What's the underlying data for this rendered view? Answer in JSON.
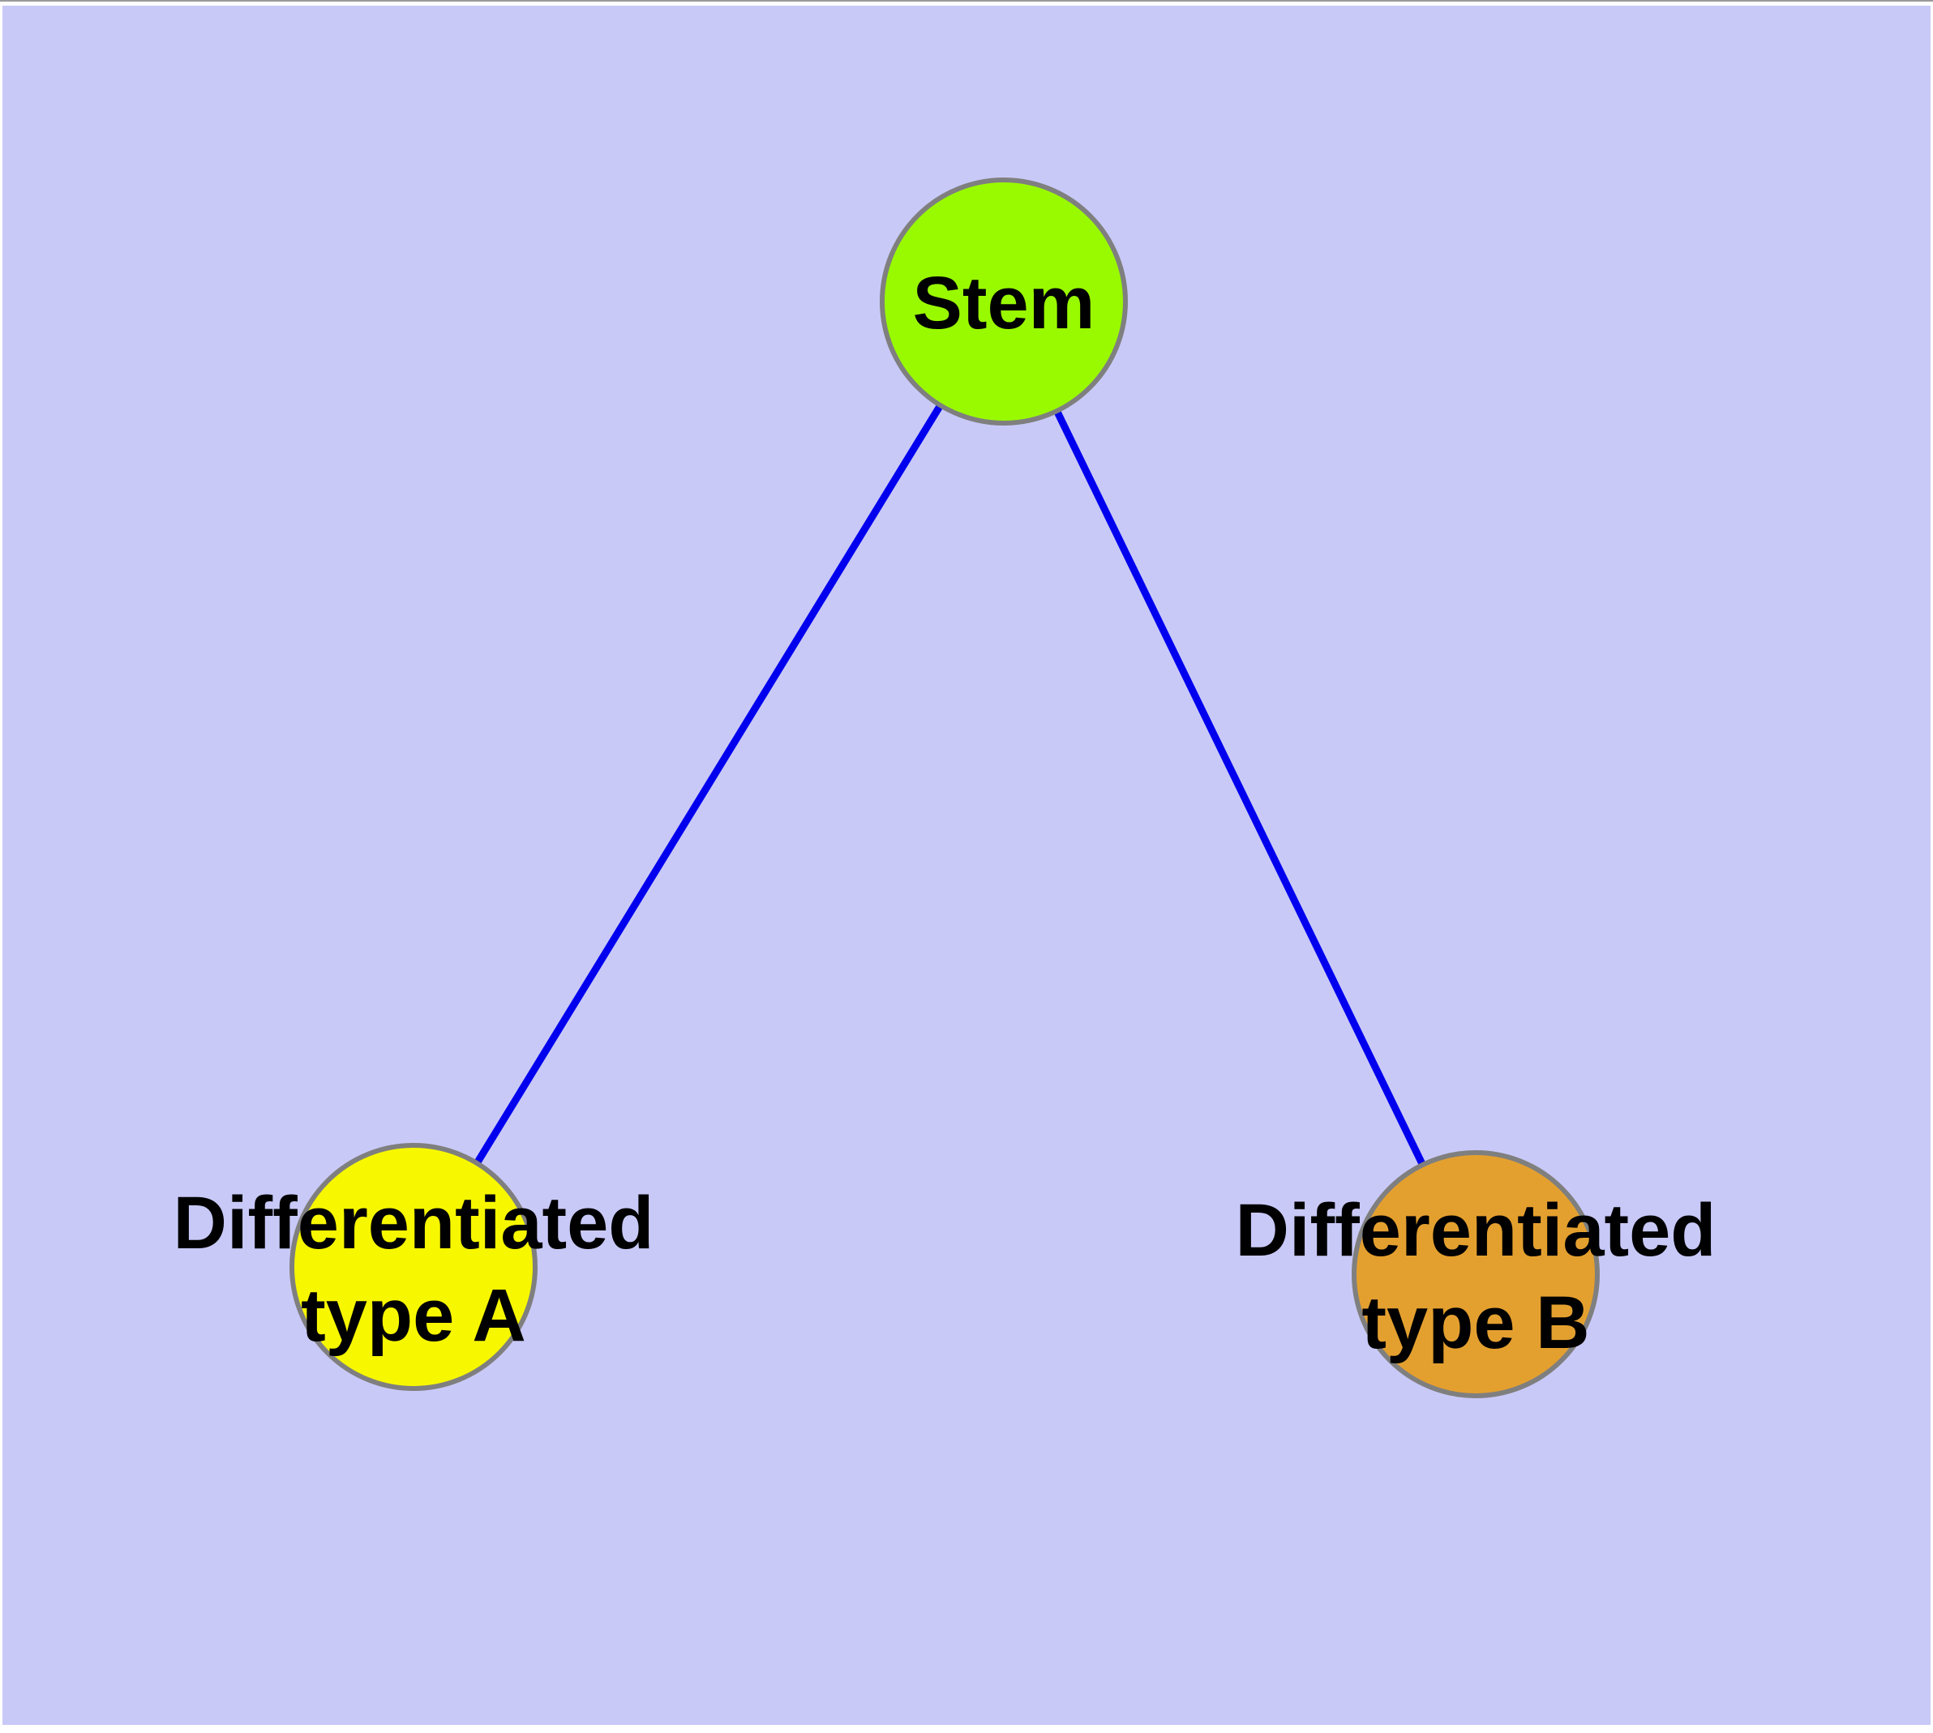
{
  "canvas": {
    "frame_color": "#ffffff",
    "top_hairline_color": "#9a9a9a",
    "background_color": "#c9c9f8"
  },
  "graph": {
    "label_color": "#000000",
    "node_stroke_color": "#7f7f7f",
    "edge_color": "#0000ee",
    "nodes": [
      {
        "id": "stem",
        "label": "Stem",
        "fill": "#99fa00"
      },
      {
        "id": "type-a",
        "label_line1": "Differentiated",
        "label_line2": "type A",
        "fill": "#f7f700"
      },
      {
        "id": "type-b",
        "label_line1": "Differentiated",
        "label_line2": "type B",
        "fill": "#e4a02f"
      }
    ],
    "edges": [
      {
        "from": "Stem",
        "to": "Differentiated type A"
      },
      {
        "from": "Stem",
        "to": "Differentiated type B"
      }
    ]
  }
}
